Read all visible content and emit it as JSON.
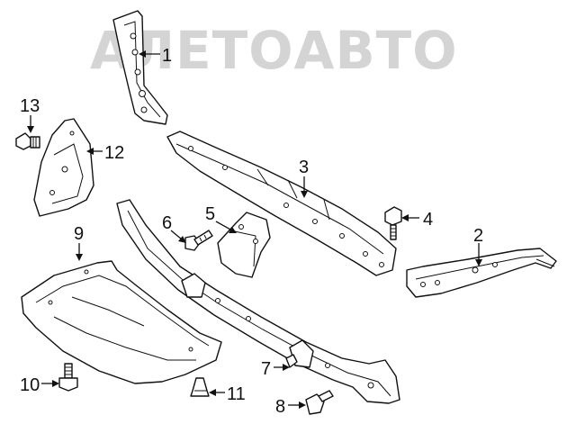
{
  "watermark": {
    "text": "АЛЕТОАВТО"
  },
  "callouts": [
    {
      "id": "1",
      "label": "1"
    },
    {
      "id": "2",
      "label": "2"
    },
    {
      "id": "3",
      "label": "3"
    },
    {
      "id": "4",
      "label": "4"
    },
    {
      "id": "5",
      "label": "5"
    },
    {
      "id": "6",
      "label": "6"
    },
    {
      "id": "7",
      "label": "7"
    },
    {
      "id": "8",
      "label": "8"
    },
    {
      "id": "9",
      "label": "9"
    },
    {
      "id": "10",
      "label": "10"
    },
    {
      "id": "11",
      "label": "11"
    },
    {
      "id": "12",
      "label": "12"
    },
    {
      "id": "13",
      "label": "13"
    }
  ]
}
